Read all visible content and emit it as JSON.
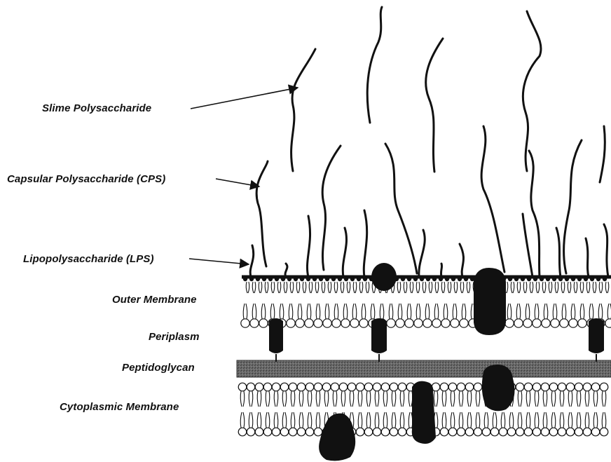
{
  "labels": {
    "slime": "Slime Polysaccharide",
    "cps": "Capsular Polysaccharide (CPS)",
    "lps": "Lipopolysaccharide (LPS)",
    "outer_membrane": "Outer Membrane",
    "periplasm": "Periplasm",
    "peptidoglycan": "Peptidoglycan",
    "cytoplasmic_membrane": "Cytoplasmic  Membrane"
  },
  "colors": {
    "ink": "#111111",
    "background": "#ffffff",
    "peptidoglycan_band": "#555555"
  }
}
